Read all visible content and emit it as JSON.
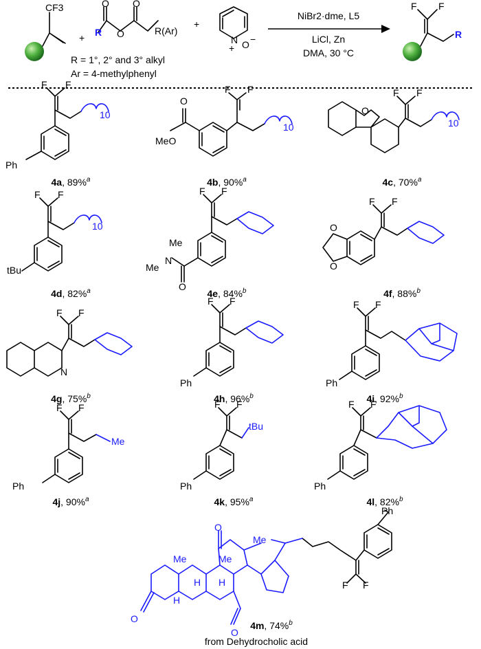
{
  "reaction": {
    "cf3": "CF3",
    "reagent_r": "R",
    "reagent_o1": "O",
    "reagent_o2": "O",
    "reagent_o3": "O",
    "reagent_rar": "R(Ar)",
    "pyridine_n": "N",
    "pyridine_plus": "+",
    "pyridine_o": "O",
    "pyridine_minus": "−",
    "plus": "+",
    "conditions_1": "NiBr2·dme, L5",
    "conditions_2": "LiCl, Zn",
    "conditions_3": "DMA, 30 °C",
    "product_f1": "F",
    "product_f2": "F",
    "product_r": "R",
    "note_1": "R = 1°, 2° and 3° alkyl",
    "note_2": "Ar = 4-methylphenyl"
  },
  "compounds": [
    {
      "id": "4a",
      "yield": ", 89%",
      "mark": "a"
    },
    {
      "id": "4b",
      "yield": ", 90%",
      "mark": "a"
    },
    {
      "id": "4c",
      "yield": ", 70%",
      "mark": "a"
    },
    {
      "id": "4d",
      "yield": ", 82%",
      "mark": "a"
    },
    {
      "id": "4e",
      "yield": ", 84%",
      "mark": "b"
    },
    {
      "id": "4f",
      "yield": ", 88%",
      "mark": "b"
    },
    {
      "id": "4g",
      "yield": ", 75%",
      "mark": "b"
    },
    {
      "id": "4h",
      "yield": ", 96%",
      "mark": "b"
    },
    {
      "id": "4i",
      "yield": ", 92%",
      "mark": "b"
    },
    {
      "id": "4j",
      "yield": ", 90%",
      "mark": "a"
    },
    {
      "id": "4k",
      "yield": ", 95%",
      "mark": "a"
    },
    {
      "id": "4l",
      "yield": ", 82%",
      "mark": "b"
    },
    {
      "id": "4m",
      "yield": ", 74%",
      "mark": "b"
    }
  ],
  "labels": {
    "f": "F",
    "ph": "Ph",
    "chain_n": "10",
    "meo": "MeO",
    "o": "O",
    "tbu": "tBu",
    "me": "Me",
    "n": "N",
    "h": "H",
    "from_text": "from Dehydrocholic acid"
  },
  "colors": {
    "accent": "#1a1aff",
    "ball": "#3aa23a"
  }
}
